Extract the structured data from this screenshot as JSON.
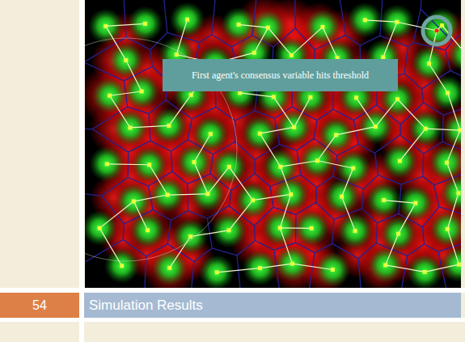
{
  "diagram": {
    "title": "Simulation Results",
    "nodes": [
      {
        "text": [
          "First agent's consensus variable hits threshold"
        ]
      }
    ],
    "edges": [],
    "labels": [
      "54"
    ]
  }
}
